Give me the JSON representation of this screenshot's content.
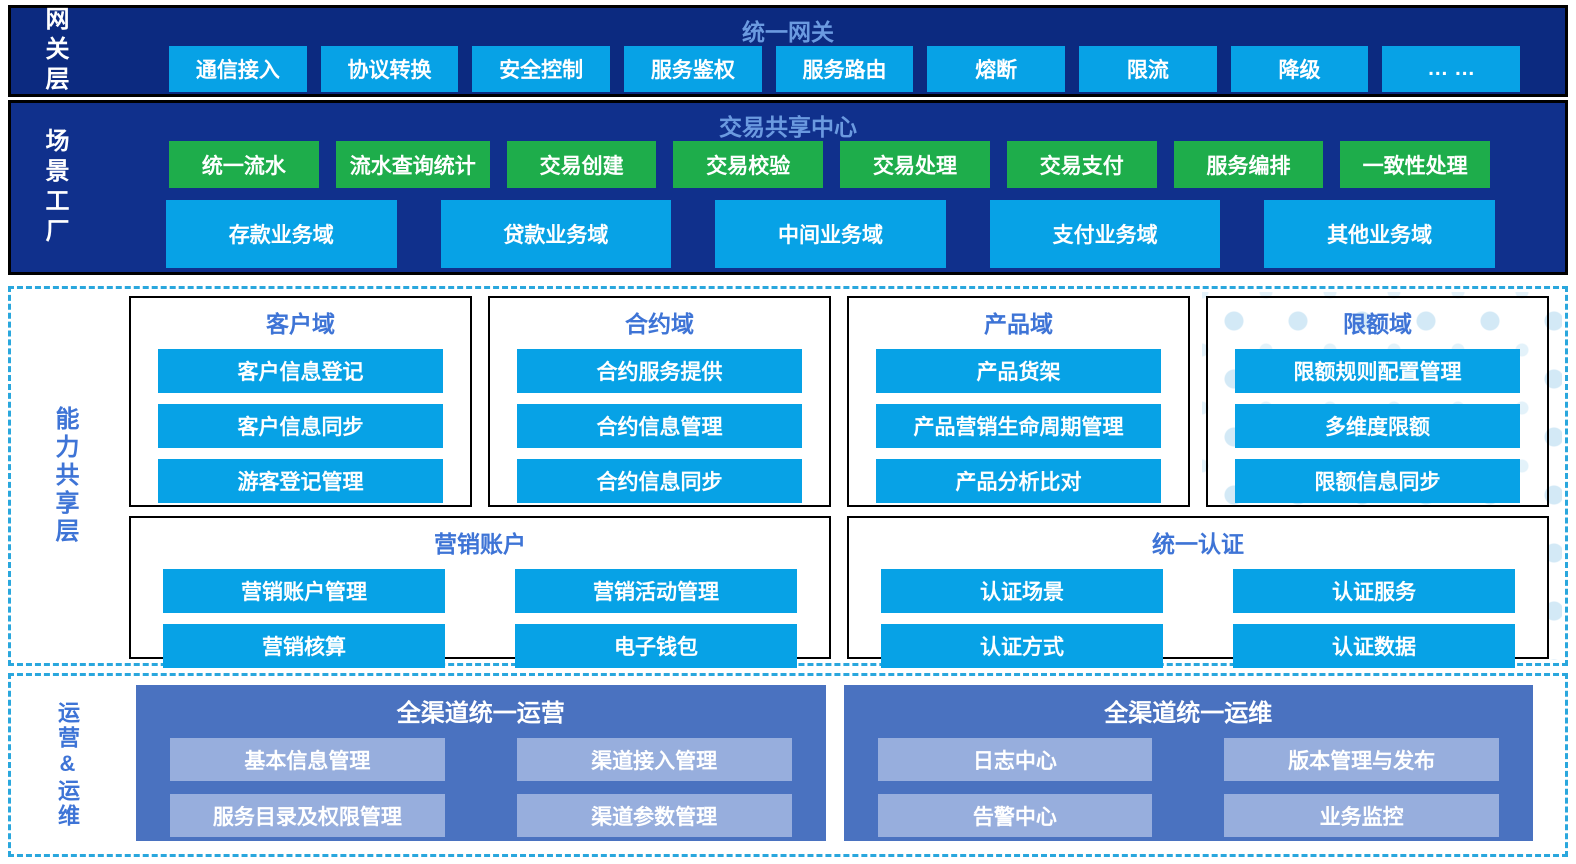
{
  "colors": {
    "gateway_band": "#0c2a80",
    "scenario_band": "#10308c",
    "cyan_button": "#07a2e6",
    "green_button": "#1ead4b",
    "band_title_text": "#6b9ae0",
    "blue_text": "#3e74d6",
    "dashed_border": "#2aa7dd",
    "ops_box": "#4a72c0",
    "ops_button": "#97aedd"
  },
  "gateway_layer": {
    "label": "网关层",
    "title": "统一网关",
    "buttons": [
      "通信接入",
      "协议转换",
      "安全控制",
      "服务鉴权",
      "服务路由",
      "熔断",
      "限流",
      "降级",
      "… …"
    ]
  },
  "scenario_layer": {
    "label": "场景工厂",
    "title": "交易共享中心",
    "green_buttons": [
      "统一流水",
      "流水查询统计",
      "交易创建",
      "交易校验",
      "交易处理",
      "交易支付",
      "服务编排",
      "一致性处理"
    ],
    "domain_buttons": [
      "存款业务域",
      "贷款业务域",
      "中间业务域",
      "支付业务域",
      "其他业务域"
    ]
  },
  "capability_layer": {
    "label": "能力共享层",
    "groups_row1": [
      {
        "title": "客户域",
        "items": [
          "客户信息登记",
          "客户信息同步",
          "游客登记管理"
        ]
      },
      {
        "title": "合约域",
        "items": [
          "合约服务提供",
          "合约信息管理",
          "合约信息同步"
        ]
      },
      {
        "title": "产品域",
        "items": [
          "产品货架",
          "产品营销生命周期管理",
          "产品分析比对"
        ]
      },
      {
        "title": "限额域",
        "items": [
          "限额规则配置管理",
          "多维度限额",
          "限额信息同步"
        ]
      }
    ],
    "groups_row2": [
      {
        "title": "营销账户",
        "items": [
          "营销账户管理",
          "营销活动管理",
          "营销核算",
          "电子钱包"
        ]
      },
      {
        "title": "统一认证",
        "items": [
          "认证场景",
          "认证服务",
          "认证方式",
          "认证数据"
        ]
      }
    ]
  },
  "ops_layer": {
    "label": "运营&运维",
    "groups": [
      {
        "title": "全渠道统一运营",
        "items": [
          "基本信息管理",
          "渠道接入管理",
          "服务目录及权限管理",
          "渠道参数管理"
        ]
      },
      {
        "title": "全渠道统一运维",
        "items": [
          "日志中心",
          "版本管理与发布",
          "告警中心",
          "业务监控"
        ]
      }
    ]
  }
}
